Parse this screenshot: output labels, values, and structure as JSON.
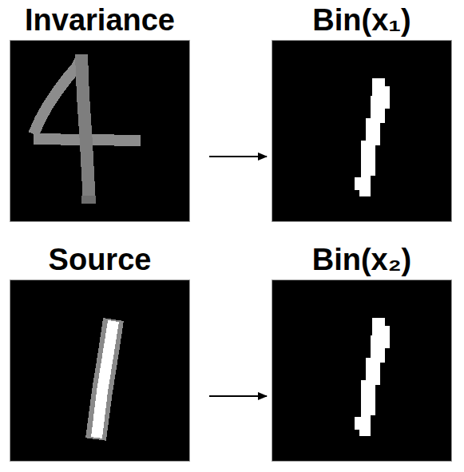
{
  "diagram": {
    "nodes": [
      {
        "text": [
          "Invariance"
        ]
      },
      {
        "text": [
          "Bin(x₁)"
        ]
      },
      {
        "text": [
          "Source"
        ]
      },
      {
        "text": [
          "Bin(x₂)"
        ]
      }
    ],
    "edges": [
      {
        "from": 0,
        "to": 1,
        "arrow": "to"
      },
      {
        "from": 2,
        "to": 3,
        "arrow": "to"
      }
    ]
  }
}
